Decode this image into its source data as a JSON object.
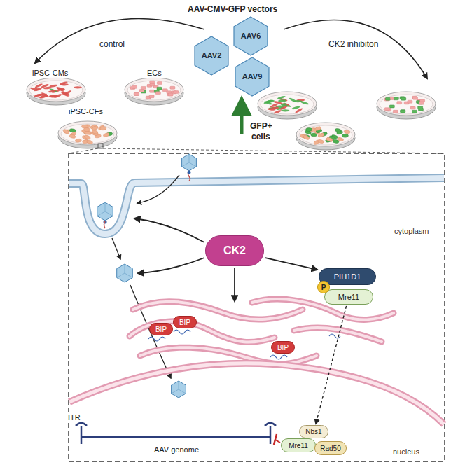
{
  "diagram": {
    "title": "AAV-CMV-GFP vectors",
    "nodes": [
      {
        "text": [
          "AAV6"
        ]
      },
      {
        "text": [
          "AAV2"
        ]
      },
      {
        "text": [
          "AAV9"
        ]
      },
      {
        "text": [
          "CK2"
        ]
      },
      {
        "text": [
          "PIH1D1"
        ]
      },
      {
        "text": [
          "P"
        ]
      },
      {
        "text": [
          "Mre11"
        ]
      },
      {
        "text": [
          "BIP"
        ]
      },
      {
        "text": [
          "BIP"
        ]
      },
      {
        "text": [
          "BIP"
        ]
      },
      {
        "text": [
          "Nbs1"
        ]
      },
      {
        "text": [
          "Mre11"
        ]
      },
      {
        "text": [
          "Rad50"
        ]
      }
    ],
    "edges": [
      {
        "from": 3,
        "to": 4,
        "arrow": "to"
      },
      {
        "from": 6,
        "to": 10,
        "arrow": "to"
      }
    ],
    "labels": [
      "control",
      "CK2 inhibiton",
      "iPSC-CMs",
      "iPSC-CFs",
      "ECs",
      "GFP+",
      "cells",
      "cytoplasm",
      "nucleus",
      "ITR",
      "AAV genome"
    ]
  }
}
